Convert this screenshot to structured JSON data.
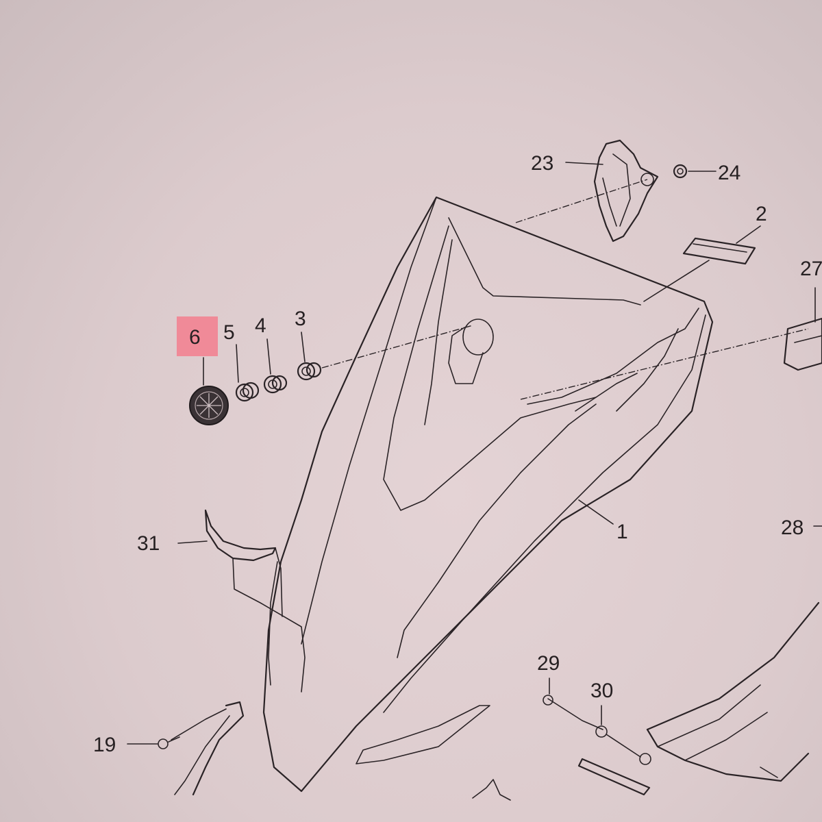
{
  "callouts": {
    "c1": "1",
    "c2": "2",
    "c3": "3",
    "c4": "4",
    "c5": "5",
    "c6": "6",
    "c19": "19",
    "c23": "23",
    "c24": "24",
    "c27": "27",
    "c28": "28",
    "c29": "29",
    "c30": "30",
    "c31": "31"
  },
  "highlight_color": "#f08a98"
}
